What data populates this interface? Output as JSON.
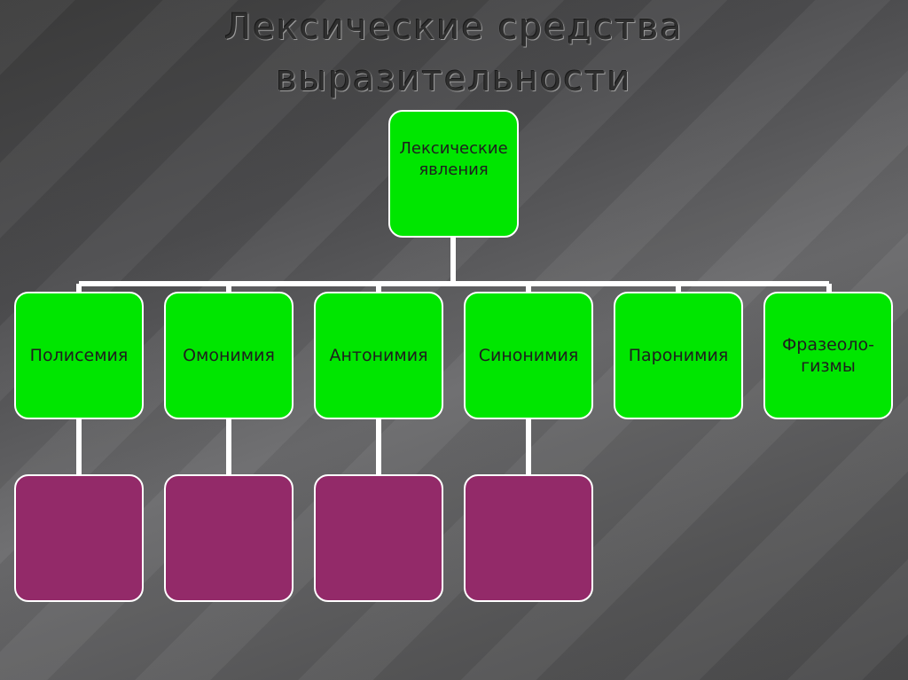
{
  "title": {
    "line1": "Лексические средства",
    "line2": "выразительности"
  },
  "root": {
    "label": "Лексические явления"
  },
  "categories": [
    {
      "label": "Полисемия"
    },
    {
      "label": "Омонимия"
    },
    {
      "label": "Антонимия"
    },
    {
      "label": "Синонимия"
    },
    {
      "label": "Паронимия"
    },
    {
      "label": "Фразеоло-гизмы"
    }
  ],
  "colors": {
    "green": "#00e600",
    "purple": "#932a69",
    "connector": "#ffffff"
  }
}
